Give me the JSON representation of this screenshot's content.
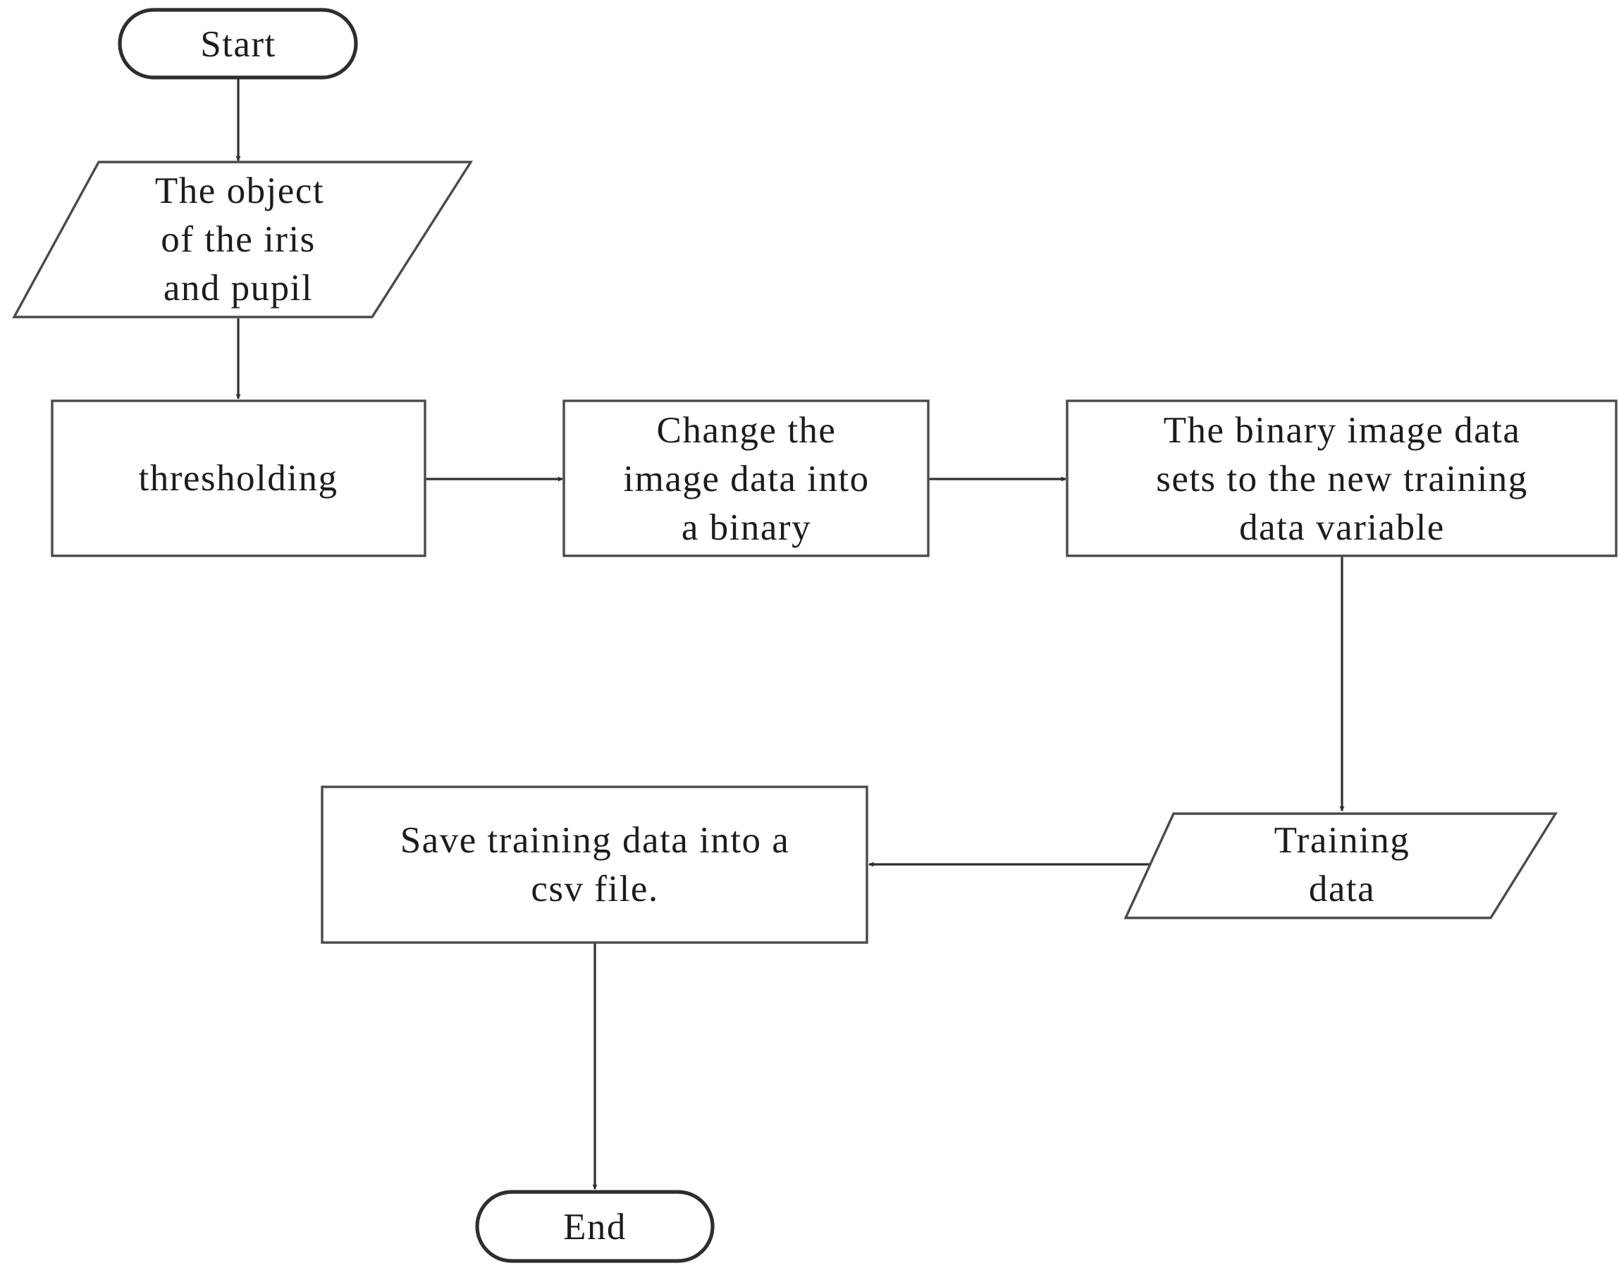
{
  "flowchart": {
    "nodes": [
      {
        "id": "start",
        "shape": "terminator",
        "lines": [
          "Start"
        ]
      },
      {
        "id": "input-object",
        "shape": "data",
        "lines": [
          "The object",
          "of the iris",
          "and pupil"
        ]
      },
      {
        "id": "thresholding",
        "shape": "process",
        "lines": [
          "thresholding"
        ]
      },
      {
        "id": "change-binary",
        "shape": "process",
        "lines": [
          "Change the",
          "image data into",
          "a binary"
        ]
      },
      {
        "id": "set-variable",
        "shape": "process",
        "lines": [
          "The binary image data",
          "sets to the new training",
          "data variable"
        ]
      },
      {
        "id": "training-data",
        "shape": "data",
        "lines": [
          "Training",
          "data"
        ]
      },
      {
        "id": "save-csv",
        "shape": "process",
        "lines": [
          "Save training data into a",
          "csv file."
        ]
      },
      {
        "id": "end",
        "shape": "terminator",
        "lines": [
          "End"
        ]
      }
    ],
    "edges": [
      {
        "from": "start",
        "to": "input-object"
      },
      {
        "from": "input-object",
        "to": "thresholding"
      },
      {
        "from": "thresholding",
        "to": "change-binary"
      },
      {
        "from": "change-binary",
        "to": "set-variable"
      },
      {
        "from": "set-variable",
        "to": "training-data"
      },
      {
        "from": "training-data",
        "to": "save-csv"
      },
      {
        "from": "save-csv",
        "to": "end"
      }
    ]
  }
}
